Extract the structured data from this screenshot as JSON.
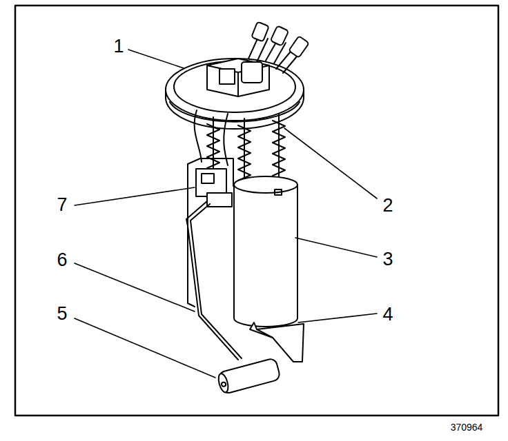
{
  "diagram": {
    "labels": [
      "1",
      "2",
      "3",
      "4",
      "5",
      "6",
      "7",
      "370964"
    ]
  }
}
